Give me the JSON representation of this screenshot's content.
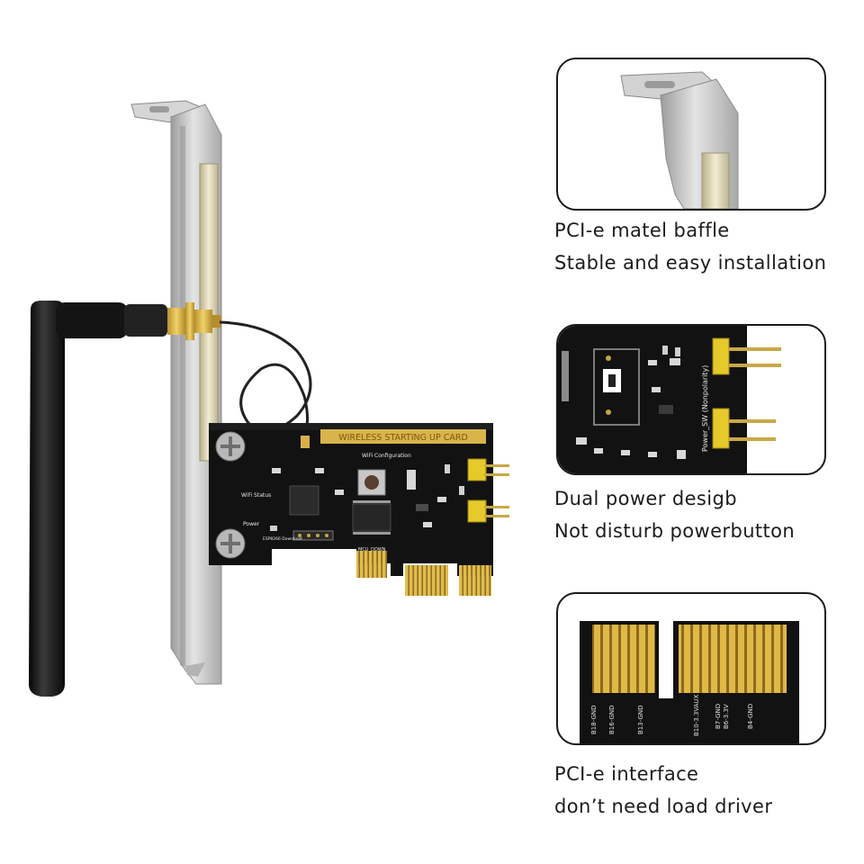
{
  "card": {
    "title_label": "WIRELESS STARTING UP CARD",
    "labels": {
      "wifi_config": "WiFi Configuration",
      "wifi_status": "WiFi Status",
      "power": "Power",
      "esp_download": "ESP8266 Download",
      "mcu_down": "MCU_DOWN",
      "power_sw": "Power_SW (Nonpolarity)"
    }
  },
  "features": [
    {
      "line1": "PCI-e matel baffle",
      "line2": "Stable and easy installation"
    },
    {
      "line1": "Dual power desigb",
      "line2": "Not disturb powerbutton"
    },
    {
      "line1": "PCI-e interface",
      "line2": "don’t need load driver"
    }
  ],
  "pins": [
    "B18-GND",
    "B16-GND",
    "B13-GND",
    "B10-3.3VAUX",
    "B7-GND",
    "B6-3.3V",
    "B4-GND"
  ],
  "colors": {
    "pcb": "#121212",
    "gold": "#d8b440",
    "bracket": "#c9c9c9",
    "antenna": "#1b1b1b"
  }
}
